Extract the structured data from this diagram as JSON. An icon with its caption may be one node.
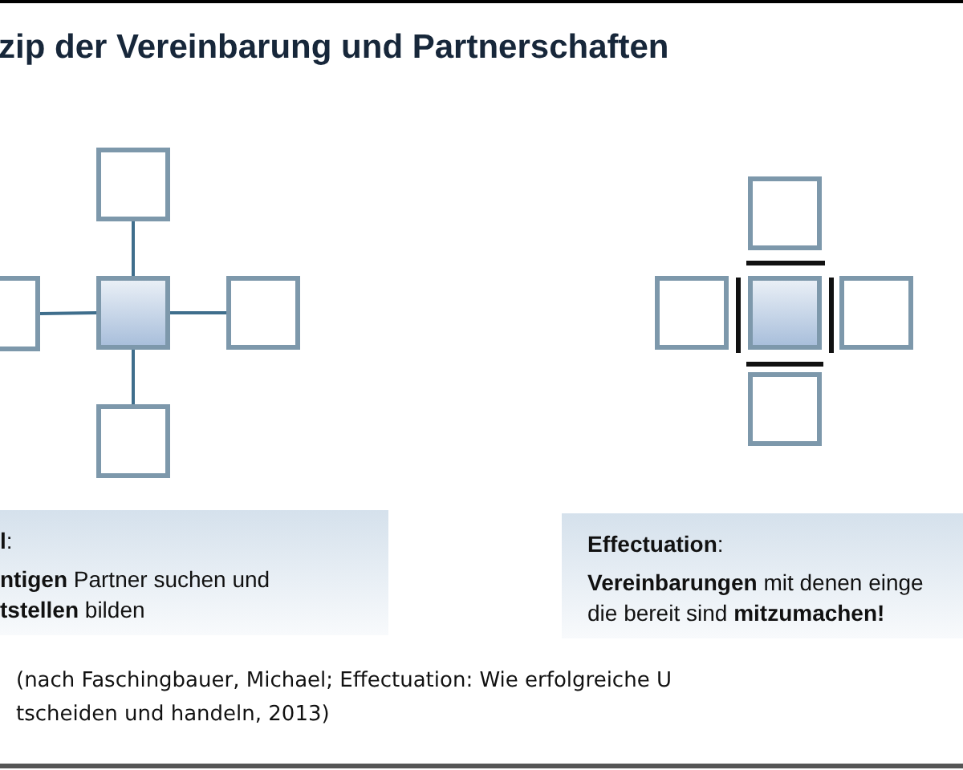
{
  "diagram": {
    "title": "zip der Vereinbarung und Partnerschaften",
    "nodes": [
      {
        "text": [],
        "shape": "box"
      },
      {
        "text": [],
        "shape": "box"
      },
      {
        "text": [],
        "shape": "box"
      },
      {
        "text": [],
        "shape": "box"
      },
      {
        "text": [],
        "shape": "box"
      },
      {
        "text": [],
        "shape": "box"
      },
      {
        "text": [],
        "shape": "box"
      },
      {
        "text": [],
        "shape": "box"
      },
      {
        "text": [],
        "shape": "box"
      },
      {
        "text": [],
        "shape": "box"
      },
      {
        "text": [
          "**l**:",
          "**ntigen** Partner suchen und **tstellen** bilden"
        ]
      },
      {
        "text": [
          "**Effectuation**:",
          "**Vereinbarungen** mit denen einge die bereit sind **mitzumachen!**"
        ]
      }
    ],
    "edges": [
      {
        "from": 2,
        "to": 0,
        "arrow": "none"
      },
      {
        "from": 2,
        "to": 1,
        "arrow": "none"
      },
      {
        "from": 2,
        "to": 3,
        "arrow": "none"
      },
      {
        "from": 2,
        "to": 4,
        "arrow": "none"
      }
    ],
    "labels": [
      "(nach Faschingbauer, Michael; Effectuation: Wie erfolgreiche U",
      "tscheiden und handeln, 2013)"
    ]
  }
}
